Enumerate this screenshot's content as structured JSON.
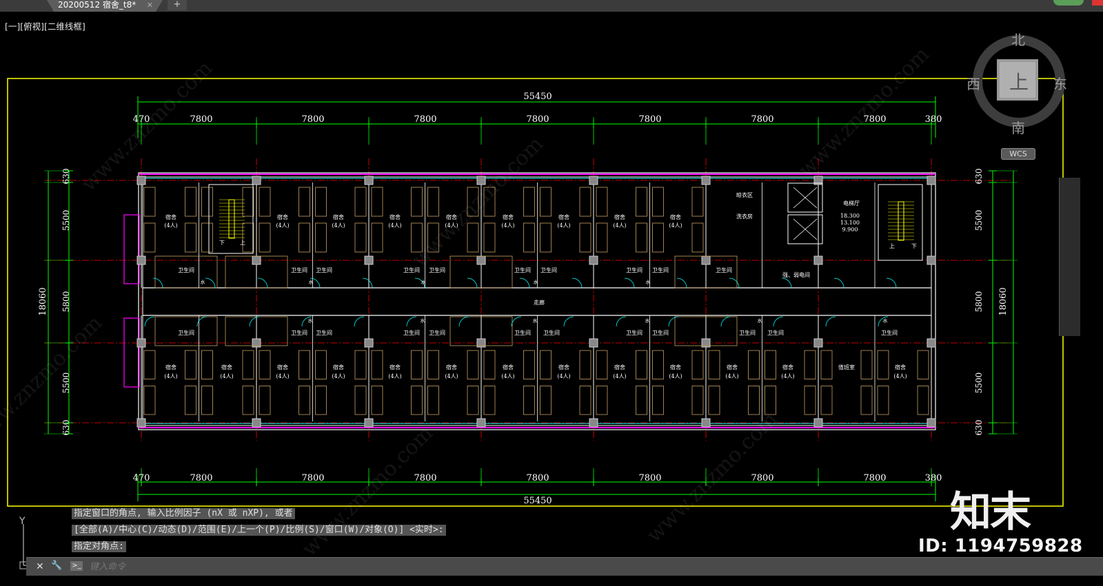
{
  "tabs": [
    {
      "label": "20200512 宿舍_t8*"
    }
  ],
  "tab_close_glyph": "✕",
  "new_tab_glyph": "+",
  "viewport": {
    "label": "[一][俯视][二维线框]"
  },
  "compass": {
    "north": "北",
    "south": "南",
    "east": "东",
    "west": "西",
    "center": "上",
    "wcs": "WCS"
  },
  "drawing": {
    "dims_top": [
      "470",
      "7800",
      "7800",
      "7800",
      "7800",
      "7800",
      "7800",
      "7800",
      "380"
    ],
    "dims_bottom": [
      "470",
      "7800",
      "7800",
      "7800",
      "7800",
      "7800",
      "7800",
      "7800",
      "380"
    ],
    "total_top": "55450",
    "total_bottom": "55450",
    "dims_left": [
      "630",
      "5500",
      "5800",
      "5500",
      "630"
    ],
    "dims_right": [
      "630",
      "5500",
      "5800",
      "5500",
      "630"
    ],
    "total_left": "18060",
    "total_right": "18060",
    "rooms": {
      "dorm": "宿舍",
      "dorm_cap": "(4人)",
      "bath": "卫生间",
      "corridor": "走廊",
      "laundry": "晾衣区",
      "washroom": "洗衣房",
      "elevator_hall": "电梯厅",
      "elev_levels": [
        "18.300",
        "13.100",
        "9.900"
      ],
      "elec": "强、弱电间",
      "duty": "值班室",
      "stair_down": "下",
      "stair_up": "上",
      "water": "水"
    }
  },
  "command": {
    "line1": "指定窗口的角点, 输入比例因子 (nX 或 nXP), 或者",
    "line2": "[全部(A)/中心(C)/动态(D)/范围(E)/上一个(P)/比例(S)/窗口(W)/对象(O)] <实时>:",
    "line3": "指定对角点:",
    "input_placeholder": "键入命令",
    "close_glyph": "✕",
    "tool_glyph": "🔧",
    "prompt_glyph": ">_"
  },
  "ucs": {
    "y": "Y"
  },
  "watermark": {
    "logo": "知末",
    "id": "ID: 1194759828",
    "site": "www.znzmo.com"
  },
  "colors": {
    "background": "#000000",
    "frame": "#ffff00",
    "dimension": "#00ff00",
    "wall": "#ffffff",
    "axis": "#ff0000",
    "furniture": "#c8a064",
    "window": "#ff00ff",
    "fixture": "#00ffff"
  }
}
